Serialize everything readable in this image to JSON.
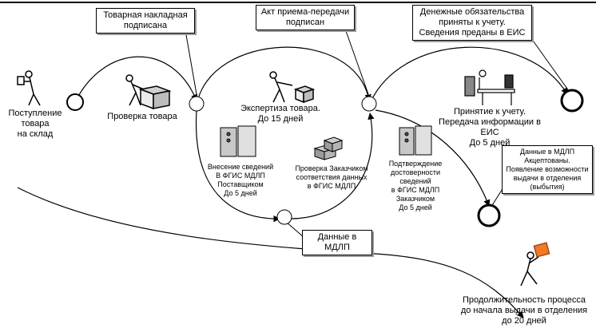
{
  "callouts": {
    "invoice": [
      "Товарная накладная",
      "подписана"
    ],
    "act": [
      "Акт приема-передачи",
      "подписан"
    ],
    "money": [
      "Денежные обязательства",
      "приняты к учету.",
      "Сведения преданы в ЕИС"
    ],
    "mdlp_data": [
      "Данные в МДЛП"
    ],
    "mdlp_accepted": [
      "Данные в МДЛП",
      "Акцептованы.",
      "Появление возможности",
      "выдачи в отделения",
      "(выбытия)"
    ]
  },
  "labels": {
    "receipt": [
      "Поступление",
      "товара",
      "на склад"
    ],
    "check": [
      "Проверка товара"
    ],
    "expertise": [
      "Экспертиза товара.",
      "До 15 дней"
    ],
    "acceptance": [
      "Принятие к учету.",
      "Передача информации в ЕИС",
      "До 5 дней"
    ],
    "entry": [
      "Внесение сведений",
      "В ФГИС МДЛП",
      "Поставщиком",
      "До 5 дней"
    ],
    "customer_check": [
      "Проверка Заказчиком",
      "соответствия данных",
      "в ФГИС МДЛП"
    ],
    "confirm": [
      "Подтверждение",
      "достоверности",
      "сведений",
      "в ФГИС МДЛП",
      "Заказчиком",
      "До 5 дней"
    ],
    "duration": [
      "Продолжительность процесса",
      "до начала выдачи в отделения",
      "до 20 дней"
    ]
  }
}
